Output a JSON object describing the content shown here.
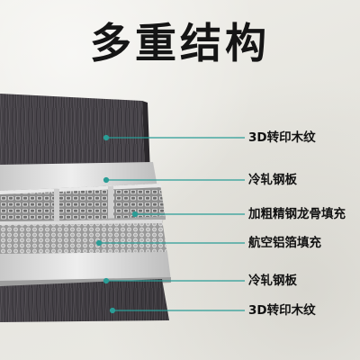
{
  "title": "多重结构",
  "accent_color": "#2a9d96",
  "layers": [
    {
      "label": "3D转印木纹"
    },
    {
      "label": "冷轧钢板"
    },
    {
      "label": "加粗精钢龙骨填充"
    },
    {
      "label": "航空铝箔填充"
    },
    {
      "label": "冷轧钢板"
    },
    {
      "label": "3D转印木纹"
    }
  ]
}
